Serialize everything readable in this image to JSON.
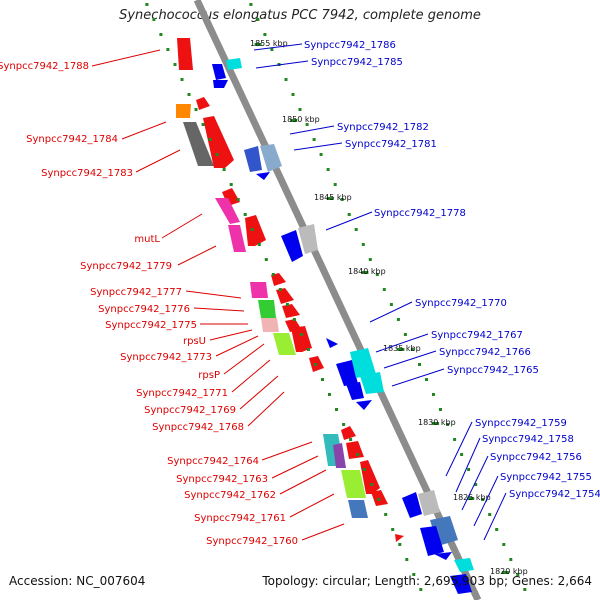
{
  "header": {
    "title": "Synechococcus elongatus PCC 7942, complete genome"
  },
  "footer": {
    "accession": "Accession: NC_007604",
    "topology": "Topology: circular; Length: 2,695,903 bp; Genes: 2,664"
  },
  "scale_labels": [
    "1855 kbp",
    "1850 kbp",
    "1845 kbp",
    "1840 kbp",
    "1835 kbp",
    "1830 kbp",
    "1825 kbp",
    "1820 kbp"
  ],
  "left_labels": [
    "Synpcc7942_1788",
    "Synpcc7942_1784",
    "Synpcc7942_1783",
    "mutL",
    "Synpcc7942_1779",
    "Synpcc7942_1777",
    "Synpcc7942_1776",
    "Synpcc7942_1775",
    "rpsU",
    "Synpcc7942_1773",
    "rpsP",
    "Synpcc7942_1771",
    "Synpcc7942_1769",
    "Synpcc7942_1768",
    "Synpcc7942_1764",
    "Synpcc7942_1763",
    "Synpcc7942_1762",
    "Synpcc7942_1761",
    "Synpcc7942_1760"
  ],
  "right_labels": [
    "Synpcc7942_1786",
    "Synpcc7942_1785",
    "Synpcc7942_1782",
    "Synpcc7942_1781",
    "Synpcc7942_1778",
    "Synpcc7942_1770",
    "Synpcc7942_1767",
    "Synpcc7942_1766",
    "Synpcc7942_1765",
    "Synpcc7942_1759",
    "Synpcc7942_1758",
    "Synpcc7942_1756",
    "Synpcc7942_1755",
    "Synpcc7942_1754"
  ],
  "colors": {
    "left_label": "#dd0000",
    "right_label": "#0000cc",
    "backbone": "#888888",
    "tick": "#228822"
  }
}
